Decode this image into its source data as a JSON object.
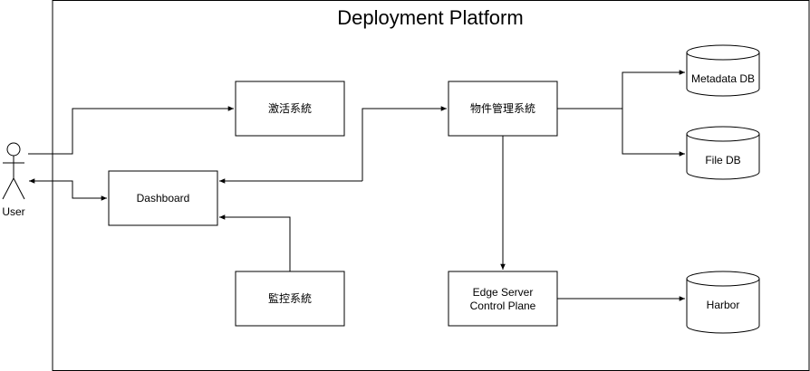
{
  "diagram": {
    "title": "Deployment Platform",
    "actor": {
      "label": "User"
    },
    "nodes": {
      "activation": "激活系統",
      "dashboard": "Dashboard",
      "monitoring": "監控系統",
      "artifact_mgmt": "物件管理系統",
      "edge_control_line1": "Edge Server",
      "edge_control_line2": "Control Plane",
      "metadata_db": "Metadata DB",
      "file_db": "File DB",
      "harbor": "Harbor"
    }
  }
}
